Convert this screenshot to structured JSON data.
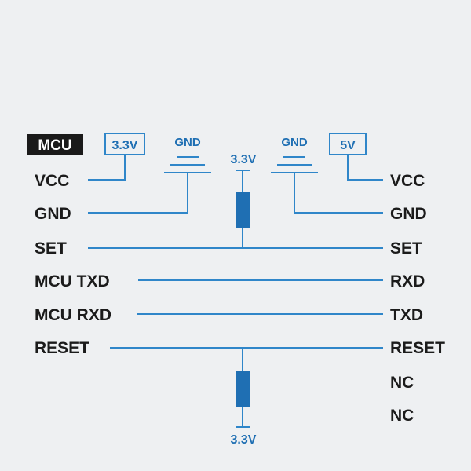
{
  "mcu_label": "MCU",
  "left_pins": [
    "VCC",
    "GND",
    "SET",
    "MCU TXD",
    "MCU RXD",
    "RESET"
  ],
  "right_pins": [
    "VCC",
    "GND",
    "SET",
    "RXD",
    "TXD",
    "RESET",
    "NC",
    "NC"
  ],
  "power_labels": {
    "mcu_vcc_box": "3.3V",
    "module_vcc_box": "5V",
    "pullup_set": "3.3V",
    "pullup_reset": "3.3V"
  },
  "ground_labels": {
    "left": "GND",
    "right": "GND"
  },
  "colors": {
    "wire": "#2f86c9",
    "component": "#1f6fb3",
    "text": "#1b1b1b",
    "background": "#eef0f2"
  }
}
